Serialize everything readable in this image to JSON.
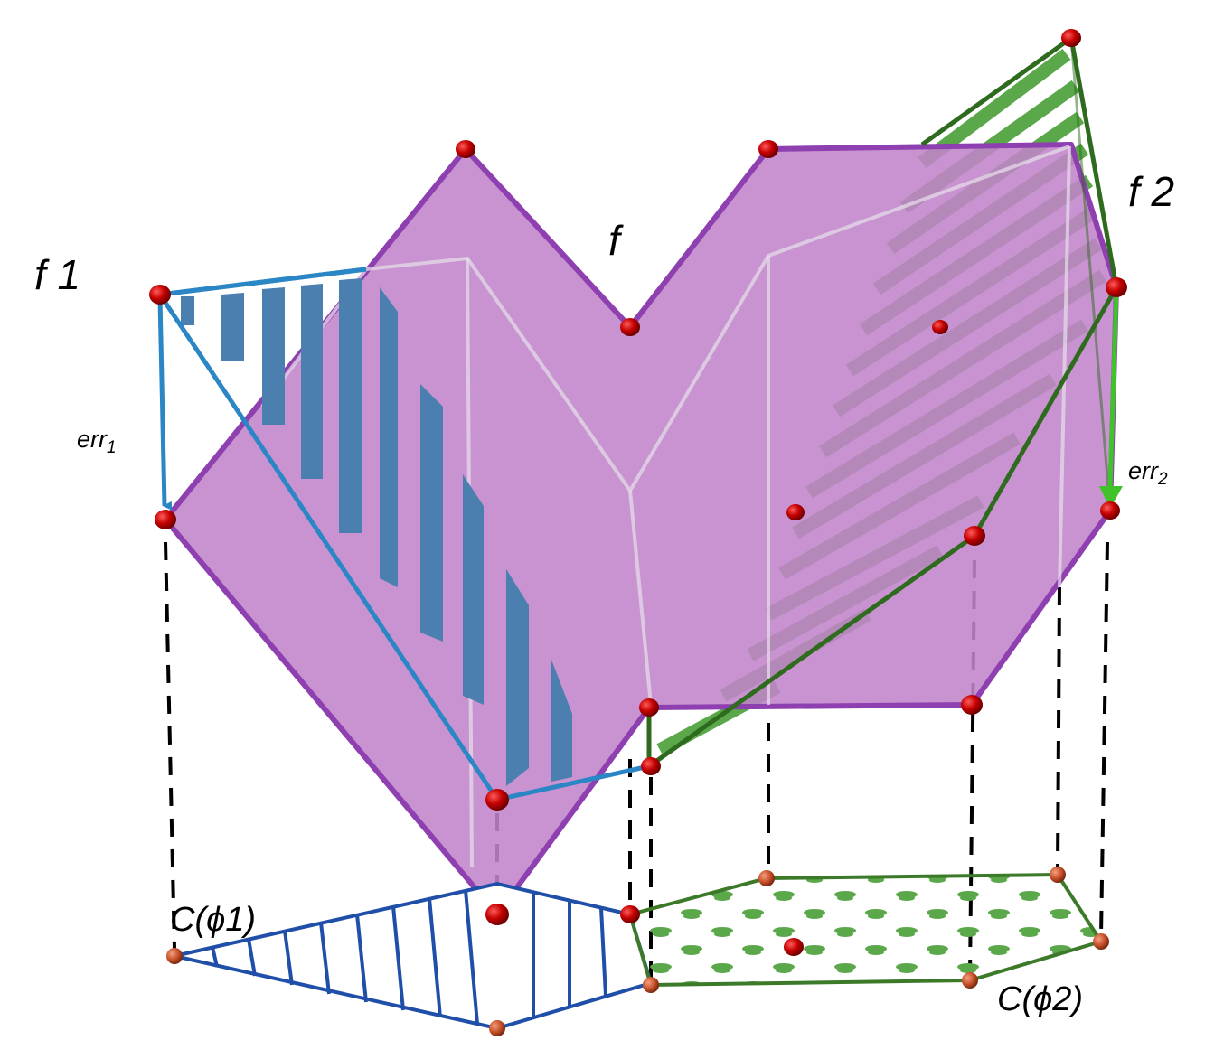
{
  "labels": {
    "f": "f",
    "f1": "f 1",
    "f2": "f 2",
    "err1_base": "err",
    "err1_sub": "1",
    "err2_base": "err",
    "err2_sub": "2",
    "c_phi1": "C(ϕ1)",
    "c_phi2": "C(ϕ2)"
  },
  "colors": {
    "surface_fill": "#c084c9",
    "surface_edge": "#8e3fb0",
    "f1_blue": "#2a86c4",
    "f1_hatch": "#4a7fb0",
    "f2_green": "#2e6b1e",
    "f2_hatch": "#5aa84a",
    "err2_arrow": "#3fc22a",
    "domain1_blue": "#1f4fa8",
    "domain2_green": "#3c7a2a",
    "vertex_red": "#c40000",
    "domain_vertex": "#c8502a"
  }
}
